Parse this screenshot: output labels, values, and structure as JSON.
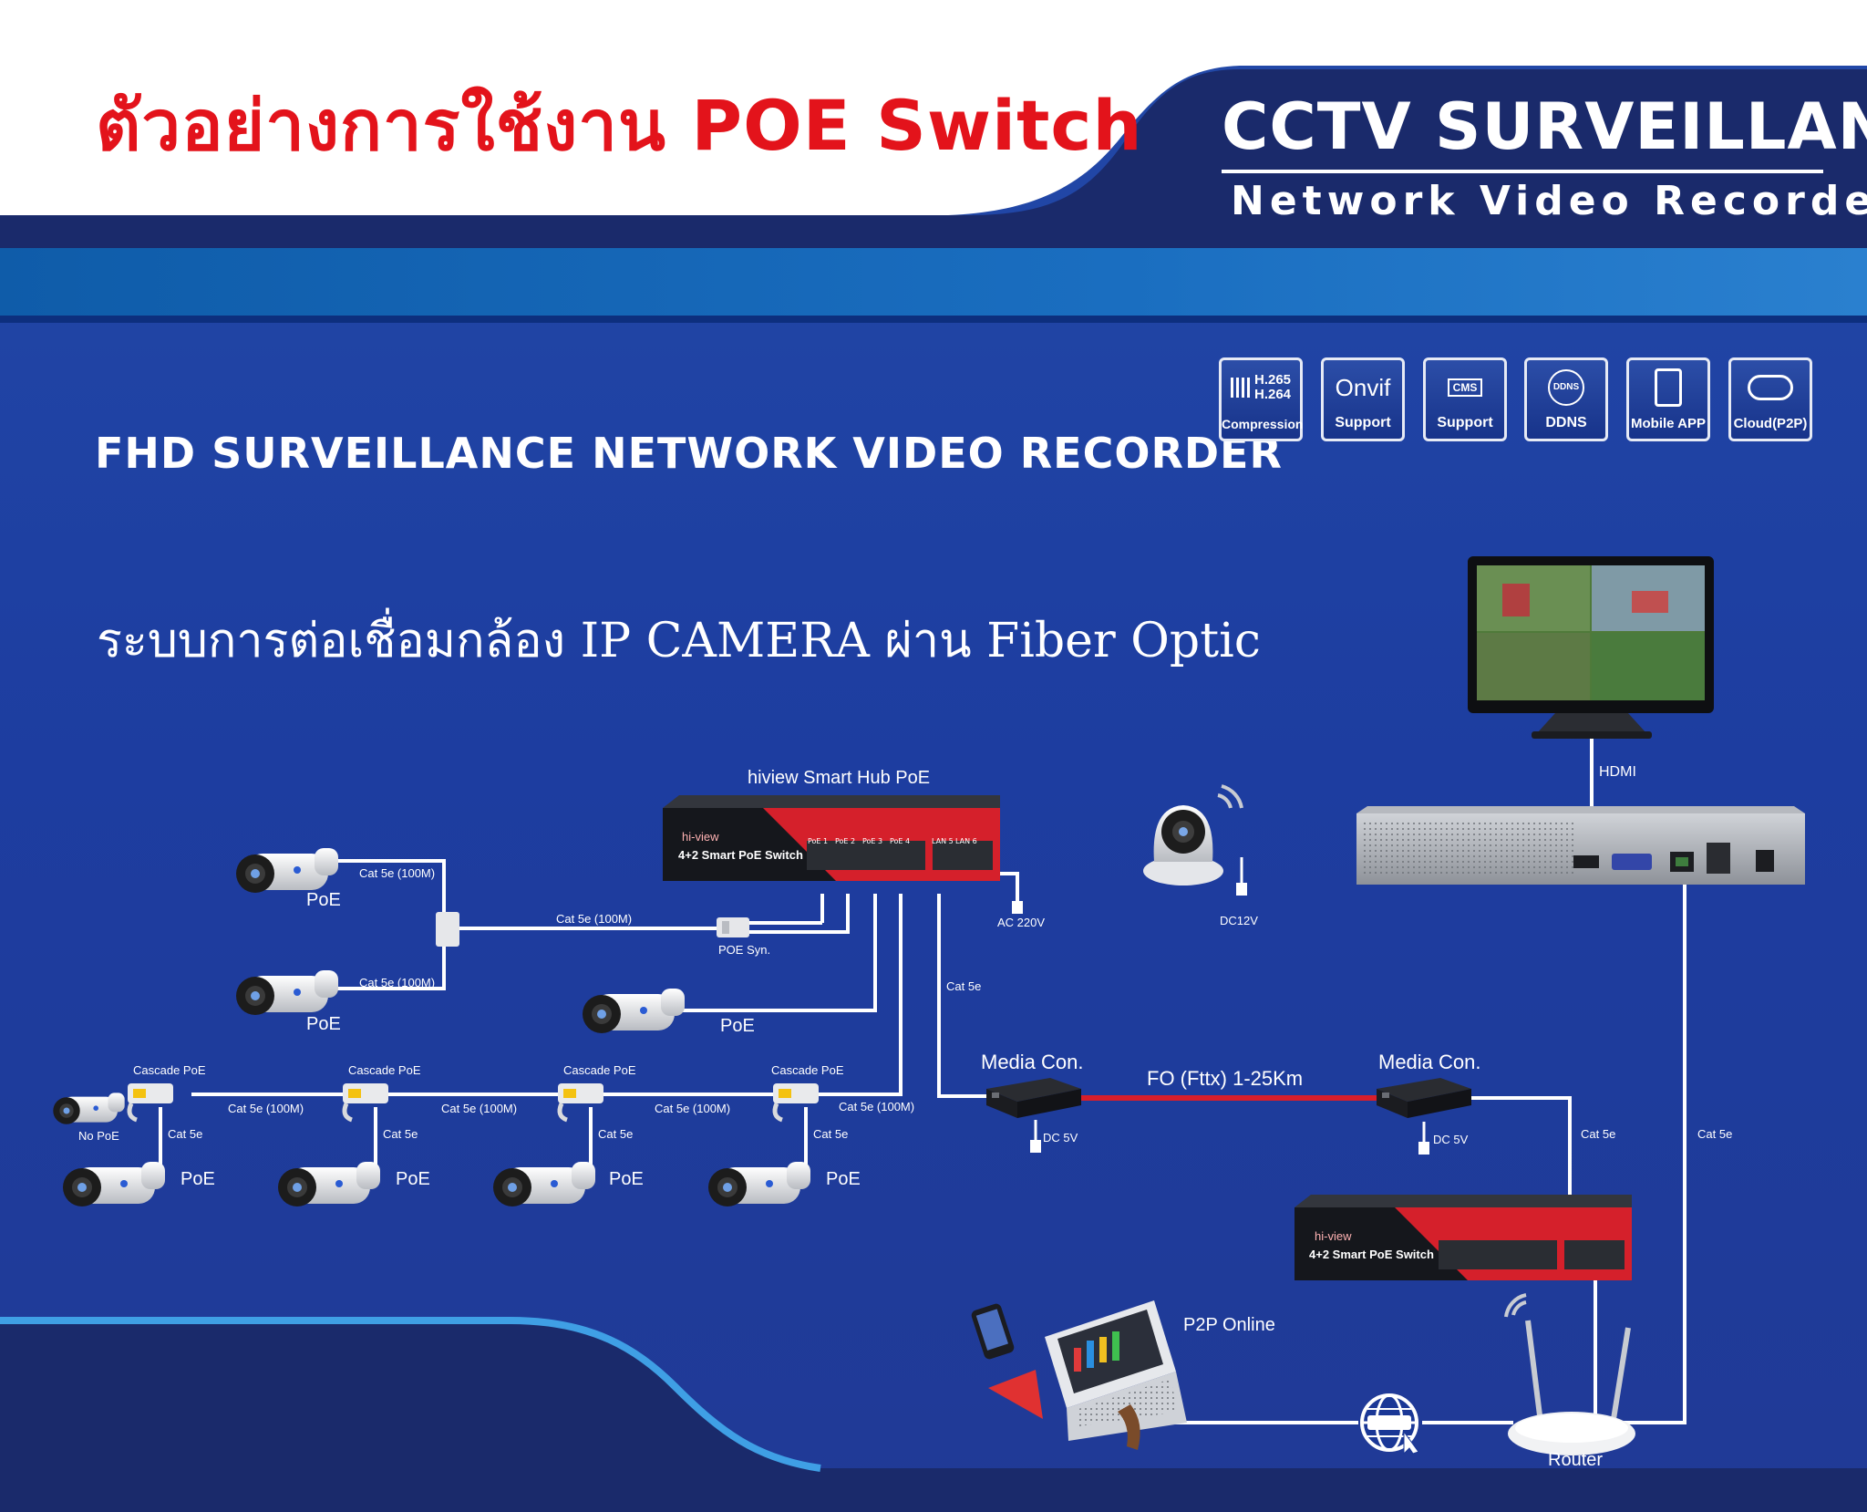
{
  "header": {
    "title": "ตัวอย่างการใช้งาน POE Switch",
    "brand": "CCTV SURVEILLANCE",
    "brand_sub": "Network Video Recorder"
  },
  "heading": "FHD SURVEILLANCE NETWORK VIDEO RECORDER",
  "subheading": "ระบบการต่อเชื่อมกล้อง IP CAMERA ผ่าน Fiber Optic",
  "badges": [
    {
      "top": "H.265",
      "top2": "H.264",
      "label": "Compression",
      "icon": "qr-icon"
    },
    {
      "top": "Onvif",
      "label": "Support",
      "icon": "onvif-logo"
    },
    {
      "top": "CMS",
      "label": "Support",
      "icon": "cms-icon"
    },
    {
      "top": "DDNS",
      "label": "DDNS",
      "icon": "globe-icon"
    },
    {
      "top": "",
      "label": "Mobile APP",
      "icon": "mobile-icon"
    },
    {
      "top": "",
      "label": "Cloud(P2P)",
      "icon": "cloud-icon"
    }
  ],
  "switch_main": {
    "title": "hiview Smart Hub PoE",
    "face_brand": "hi-view",
    "face_model": "4+2 Smart PoE Switch",
    "ports": [
      "PoE 1",
      "PoE 2",
      "PoE 3",
      "PoE 4",
      "LAN 5",
      "LAN 6"
    ],
    "power": "AC 220V"
  },
  "switch_second": {
    "face_brand": "hi-view",
    "face_model": "4+2 Smart PoE Switch"
  },
  "labels": {
    "poe": "PoE",
    "no_poe": "No PoE",
    "cat5e": "Cat 5e",
    "cat5e_100m": "Cat 5e (100M)",
    "cascade_poe": "Cascade PoE",
    "poe_syn": "POE Syn.",
    "dc12v": "DC12V",
    "hdmi": "HDMI",
    "media_con": "Media Con.",
    "fiber": "FO (Fttx) 1-25Km",
    "dc5v": "DC 5V",
    "p2p": "P2P Online",
    "router": "Router"
  },
  "colors": {
    "title_red": "#e3131b",
    "background_blue": "#1a3796",
    "dark_navy": "#1a2a6b",
    "fiber_red": "#d81e2a",
    "switch_red": "#d5202b"
  }
}
